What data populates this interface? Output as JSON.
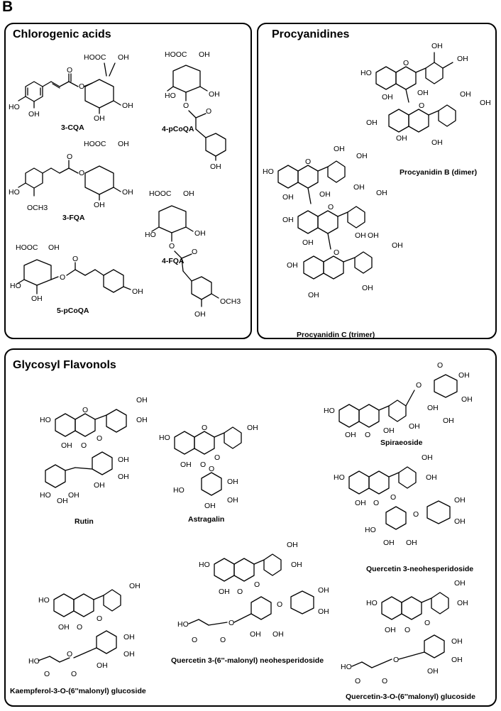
{
  "figure_letter": "B",
  "panels": {
    "chlorogenic": {
      "title": "Chlorogenic acids",
      "compounds": [
        "3-CQA",
        "4-pCoQA",
        "3-FQA",
        "4-FQA",
        "5-pCoQA"
      ]
    },
    "procyanidines": {
      "title": "Procyanidines",
      "compounds": [
        "Procyanidin B (dimer)",
        "Procyanidin C (trimer)"
      ]
    },
    "flavonols": {
      "title": "Glycosyl Flavonols",
      "compounds": [
        "Rutin",
        "Astragalin",
        "Spiraeoside",
        "Quercetin 3-neohesperidoside",
        "Kaempferol-3-O-(6''malonyl) glucoside",
        "Quercetin 3-(6''-malonyl) neohesperidoside",
        "Quercetin-3-O-(6''malonyl) glucoside"
      ]
    }
  },
  "atom_labels": {
    "oh": "OH",
    "ho": "HO",
    "o": "O",
    "hooc": "HOOC",
    "och3": "OCH3"
  }
}
